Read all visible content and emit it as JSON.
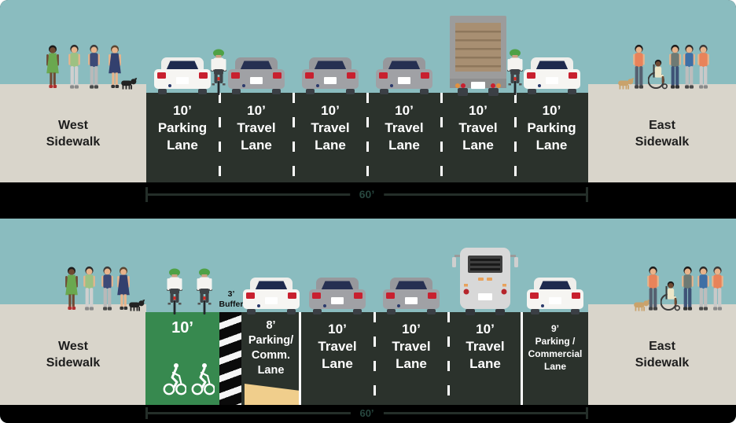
{
  "colors": {
    "sky": "#8ABCBF",
    "road": "#2B322C",
    "sidewalk": "#D9D5CB",
    "bike_lane_green": "#37894F",
    "buffer_stripe_black": "#0A0A0A",
    "buffer_stripe_white": "#F5F5F5",
    "loading_zone_tan": "#F0CE8C",
    "lane_line_white": "#FFFFFF",
    "dimension_text": "#27473F"
  },
  "existing_section": {
    "west_sidewalk": {
      "line1": "West",
      "line2": "Sidewalk"
    },
    "east_sidewalk": {
      "line1": "East",
      "line2": "Sidewalk"
    },
    "lanes": [
      {
        "lines": [
          "10’",
          "Parking",
          "Lane"
        ]
      },
      {
        "lines": [
          "10’",
          "Travel",
          "Lane"
        ]
      },
      {
        "lines": [
          "10’",
          "Travel",
          "Lane"
        ]
      },
      {
        "lines": [
          "10’",
          "Travel",
          "Lane"
        ]
      },
      {
        "lines": [
          "10’",
          "Travel",
          "Lane"
        ]
      },
      {
        "lines": [
          "10’",
          "Parking",
          "Lane"
        ]
      }
    ],
    "total_width": "60’"
  },
  "proposed_section": {
    "west_sidewalk": {
      "line1": "West",
      "line2": "Sidewalk"
    },
    "east_sidewalk": {
      "line1": "East",
      "line2": "Sidewalk"
    },
    "buffer_label": {
      "line1": "3’",
      "line2": "Buffer"
    },
    "lanes": [
      {
        "lines": [
          "10’"
        ]
      },
      {
        "lines": [
          "8’",
          "Parking/",
          "Comm.",
          "Lane"
        ]
      },
      {
        "lines": [
          "10’",
          "Travel",
          "Lane"
        ]
      },
      {
        "lines": [
          "10’",
          "Travel",
          "Lane"
        ]
      },
      {
        "lines": [
          "10’",
          "Travel",
          "Lane"
        ]
      },
      {
        "lines": [
          "9’",
          "Parking /",
          "Commercial",
          "Lane"
        ]
      }
    ],
    "total_width": "60’"
  },
  "icons": {
    "vehicles": [
      "white-car-icon",
      "gray-car-icon",
      "box-truck-icon",
      "bus-icon",
      "cyclist-icon"
    ],
    "people": [
      "pedestrian-icon",
      "wheelchair-user-icon",
      "dog-icon"
    ],
    "markings": [
      "bike-lane-stencil-icon",
      "buffer-hatch",
      "loading-zone-patch"
    ]
  }
}
